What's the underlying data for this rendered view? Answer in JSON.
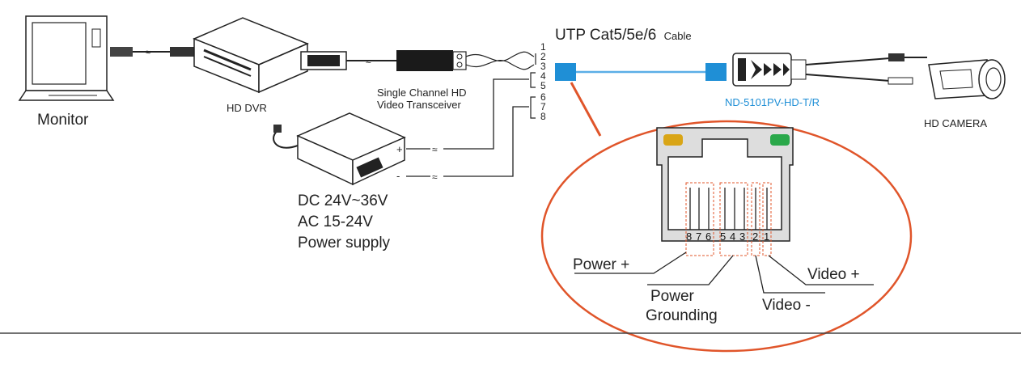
{
  "labels": {
    "monitor": "Monitor",
    "dvr": "HD DVR",
    "transceiver": [
      "Single Channel HD",
      "Video Transceiver"
    ],
    "cable_main": "UTP Cat5/5e/6",
    "cable_suffix": "Cable",
    "model": "ND-5101PV-HD-T/R",
    "camera": "HD CAMERA",
    "power_supply": [
      "DC 24V~36V",
      "AC 15-24V",
      "Power supply"
    ],
    "plus": "+",
    "minus": "-"
  },
  "pins": [
    "1",
    "2",
    "3",
    "4",
    "5",
    "6",
    "7",
    "8"
  ],
  "rj45": {
    "pin_numbers": [
      "8",
      "7",
      "6",
      "5",
      "4",
      "3",
      "2",
      "1"
    ],
    "callouts": {
      "power_plus": "Power +",
      "power_grounding": [
        "Power",
        "Grounding"
      ],
      "video_minus": "Video -",
      "video_plus": "Video +"
    }
  },
  "colors": {
    "accent_red": "#e0552a",
    "cable_blue": "#1f8fd6",
    "led_yellow": "#d9a516",
    "led_green": "#2aa84a",
    "jack_gray": "#d9d9d9"
  }
}
